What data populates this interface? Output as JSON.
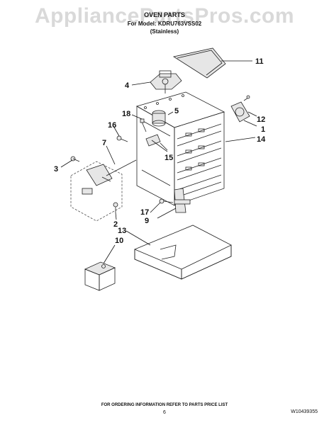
{
  "watermark": "AppliancePartsPros.com",
  "header": {
    "title": "OVEN PARTS",
    "model_line": "For Model: KDRU763VSS02",
    "variant": "(Stainless)"
  },
  "callouts": [
    "1",
    "2",
    "3",
    "4",
    "5",
    "7",
    "9",
    "10",
    "11",
    "12",
    "13",
    "14",
    "15",
    "16",
    "17",
    "18"
  ],
  "footer": {
    "ordering_note": "FOR ORDERING INFORMATION REFER TO PARTS PRICE LIST",
    "page_number": "6",
    "doc_number": "W10439355"
  }
}
